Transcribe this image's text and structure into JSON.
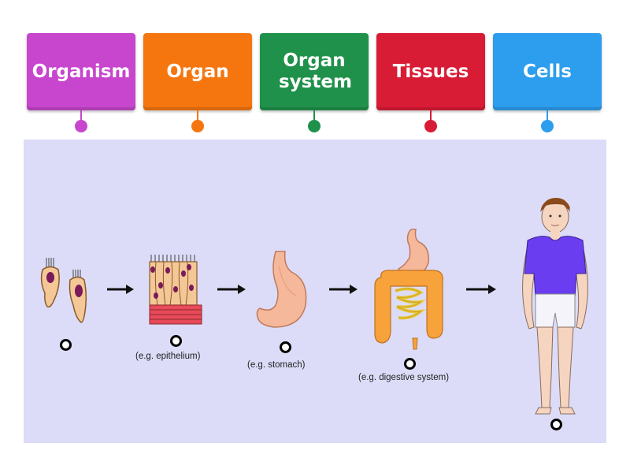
{
  "tiles": [
    {
      "label": "Organism",
      "color": "#c746cd"
    },
    {
      "label": "Organ",
      "color": "#f5760f"
    },
    {
      "label": "Organ system",
      "color": "#20914a"
    },
    {
      "label": "Tissues",
      "color": "#d81c35"
    },
    {
      "label": "Cells",
      "color": "#2d9ded"
    }
  ],
  "captions": {
    "epithelium": "(e.g. epithelium)",
    "stomach": "(e.g. stomach)",
    "digestive": "(e.g. digestive system)"
  },
  "panel_color": "#dcdcf8"
}
